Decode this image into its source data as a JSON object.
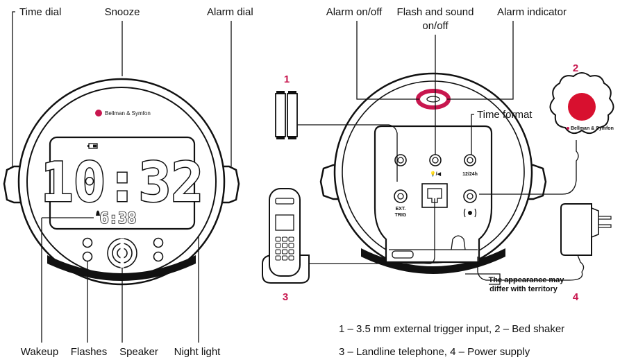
{
  "front_labels": {
    "time_dial": "Time dial",
    "snooze": "Snooze",
    "alarm_dial": "Alarm dial",
    "wakeup": "Wakeup",
    "flashes": "Flashes",
    "speaker": "Speaker",
    "night_light": "Night light"
  },
  "display": {
    "brand": "Bellman & Symfon",
    "time": "10:32",
    "alarm_time": "6:38"
  },
  "back_labels": {
    "alarm_on_off": "Alarm on/off",
    "flash_sound_line1": "Flash and sound",
    "flash_sound_line2": "on/off",
    "alarm_indicator": "Alarm indicator",
    "time_format": "Time format",
    "ext_trig_line1": "EXT.",
    "ext_trig_line2": "TRIG",
    "time_format_switch": "12/24h",
    "appearance_line1": "The appearance may",
    "appearance_line2": "differ with territory",
    "shaker_brand": "Bellman & Symfon"
  },
  "callouts": {
    "n1": "1",
    "n2": "2",
    "n3": "3",
    "n4": "4"
  },
  "legend": {
    "line1": "1 – 3.5 mm external trigger input, 2 – Bed shaker",
    "line2": "3 – Landline telephone, 4 – Power supply"
  },
  "colors": {
    "accent": "#c8174f",
    "shaker_button": "#d8102f",
    "ink": "#111111"
  }
}
